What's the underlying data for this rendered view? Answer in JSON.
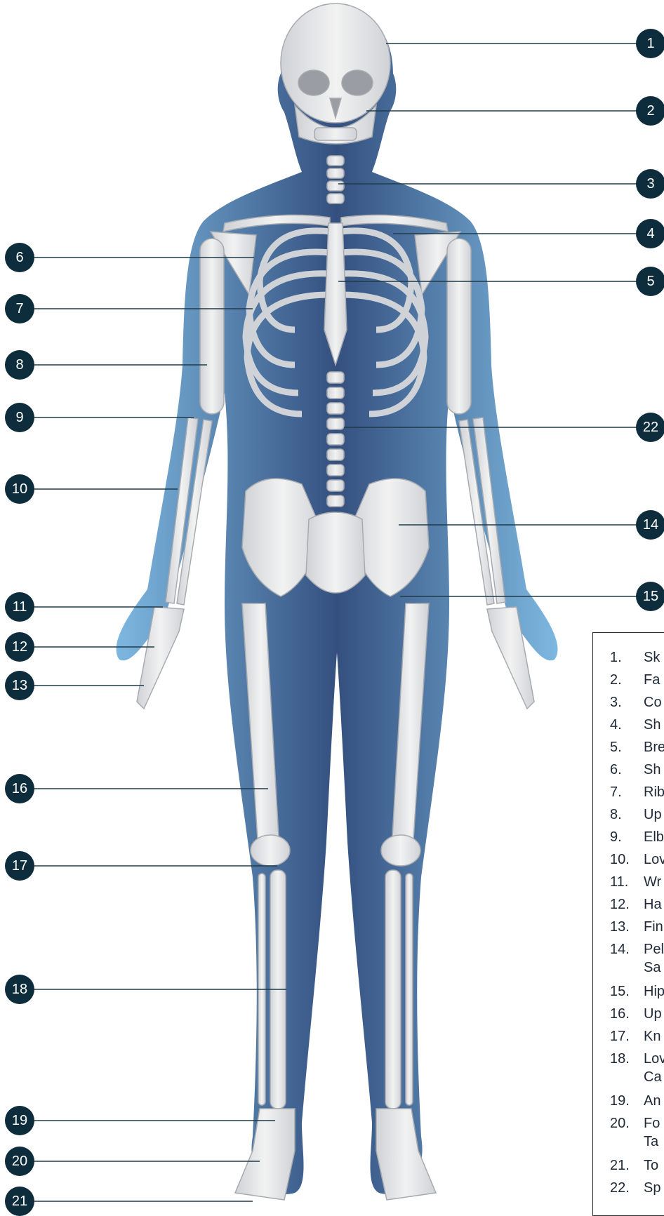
{
  "markers": {
    "m1": "1",
    "m2": "2",
    "m3": "3",
    "m4": "4",
    "m5": "5",
    "m6": "6",
    "m7": "7",
    "m8": "8",
    "m9": "9",
    "m10": "10",
    "m11": "11",
    "m12": "12",
    "m13": "13",
    "m14": "14",
    "m15": "15",
    "m16": "16",
    "m17": "17",
    "m18": "18",
    "m19": "19",
    "m20": "20",
    "m21": "21",
    "m22": "22"
  },
  "legend": [
    {
      "num": "1.",
      "text": "Sk"
    },
    {
      "num": "2.",
      "text": "Fa"
    },
    {
      "num": "3.",
      "text": "Co"
    },
    {
      "num": "4.",
      "text": "Sh"
    },
    {
      "num": "5.",
      "text": "Bre"
    },
    {
      "num": "6.",
      "text": "Sh"
    },
    {
      "num": "7.",
      "text": "Rib"
    },
    {
      "num": "8.",
      "text": "Up"
    },
    {
      "num": "9.",
      "text": "Elb"
    },
    {
      "num": "10.",
      "text": "Lov"
    },
    {
      "num": "11.",
      "text": "Wr"
    },
    {
      "num": "12.",
      "text": "Ha"
    },
    {
      "num": "13.",
      "text": "Fin"
    },
    {
      "num": "14.",
      "text": "Pel",
      "cont": "Sa"
    },
    {
      "num": "15.",
      "text": "Hip"
    },
    {
      "num": "16.",
      "text": "Up"
    },
    {
      "num": "17.",
      "text": "Kn"
    },
    {
      "num": "18.",
      "text": "Lov",
      "cont": "Ca"
    },
    {
      "num": "19.",
      "text": "An"
    },
    {
      "num": "20.",
      "text": "Fo",
      "cont": "Ta"
    },
    {
      "num": "21.",
      "text": "To"
    },
    {
      "num": "22.",
      "text": "Sp"
    }
  ],
  "colors": {
    "body_outer": "#6fadd9",
    "body_inner": "#3d5f8f",
    "bone": "#e6e6e6",
    "bone_shadow": "#b9bcc0",
    "marker": "#0e2d3c",
    "leader": "#1f3b4a"
  }
}
